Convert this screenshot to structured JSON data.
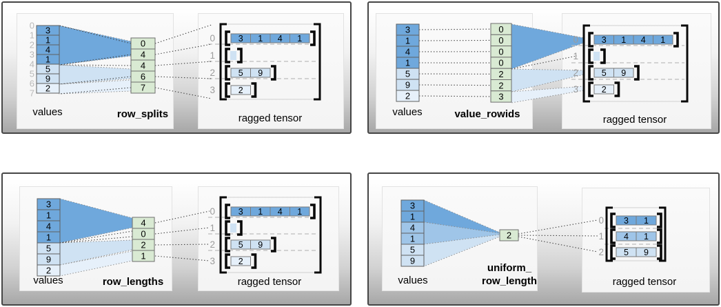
{
  "colors": {
    "dark": "#6fa8dc",
    "medium": "#9fc5e8",
    "light": "#cfe2f3",
    "pale": "#e6f0fa",
    "green": "#d9ead3",
    "cell_border": "#5f5f5f",
    "index_gray": "#9c9c9c",
    "value_index_gray": "#b9b9b9",
    "bracket_black": "#0a0a0a",
    "separator_gray": "#bdbdbd",
    "dotted_gray": "#3d3d3d"
  },
  "panels": [
    {
      "id": "row_splits",
      "values_label": "values",
      "constructor_label_lines": [
        "row_splits"
      ],
      "tensor_label": "ragged tensor",
      "values": [
        {
          "v": "3",
          "shade": "dark"
        },
        {
          "v": "1",
          "shade": "dark"
        },
        {
          "v": "4",
          "shade": "dark"
        },
        {
          "v": "1",
          "shade": "dark"
        },
        {
          "v": "5",
          "shade": "light"
        },
        {
          "v": "9",
          "shade": "light"
        },
        {
          "v": "2",
          "shade": "pale"
        }
      ],
      "value_indices": [
        "0",
        "1",
        "2",
        "3",
        "4",
        "5",
        "6",
        "7"
      ],
      "constructor_cells": [
        "0",
        "4",
        "4",
        "6",
        "7"
      ],
      "tensor_rows": [
        {
          "index": "0",
          "cells": [
            {
              "v": "3",
              "shade": "dark"
            },
            {
              "v": "1",
              "shade": "dark"
            },
            {
              "v": "4",
              "shade": "dark"
            },
            {
              "v": "1",
              "shade": "dark"
            }
          ]
        },
        {
          "index": "1",
          "cells": []
        },
        {
          "index": "2",
          "cells": [
            {
              "v": "5",
              "shade": "light"
            },
            {
              "v": "9",
              "shade": "light"
            }
          ]
        },
        {
          "index": "3",
          "cells": [
            {
              "v": "2",
              "shade": "pale"
            }
          ]
        }
      ]
    },
    {
      "id": "value_rowids",
      "values_label": "values",
      "constructor_label_lines": [
        "value_rowids"
      ],
      "tensor_label": "ragged tensor",
      "values": [
        {
          "v": "3",
          "shade": "dark"
        },
        {
          "v": "1",
          "shade": "dark"
        },
        {
          "v": "4",
          "shade": "dark"
        },
        {
          "v": "1",
          "shade": "dark"
        },
        {
          "v": "5",
          "shade": "light"
        },
        {
          "v": "9",
          "shade": "light"
        },
        {
          "v": "2",
          "shade": "pale"
        }
      ],
      "value_indices": [],
      "constructor_cells": [
        "0",
        "0",
        "0",
        "0",
        "2",
        "2",
        "3"
      ],
      "tensor_rows": [
        {
          "index": "0",
          "cells": [
            {
              "v": "3",
              "shade": "dark"
            },
            {
              "v": "1",
              "shade": "dark"
            },
            {
              "v": "4",
              "shade": "dark"
            },
            {
              "v": "1",
              "shade": "dark"
            }
          ]
        },
        {
          "index": "1",
          "cells": []
        },
        {
          "index": "2",
          "cells": [
            {
              "v": "5",
              "shade": "light"
            },
            {
              "v": "9",
              "shade": "light"
            }
          ]
        },
        {
          "index": "3",
          "cells": [
            {
              "v": "2",
              "shade": "pale"
            }
          ]
        }
      ]
    },
    {
      "id": "row_lengths",
      "values_label": "values",
      "constructor_label_lines": [
        "row_lengths"
      ],
      "tensor_label": "ragged tensor",
      "values": [
        {
          "v": "3",
          "shade": "dark"
        },
        {
          "v": "1",
          "shade": "dark"
        },
        {
          "v": "4",
          "shade": "dark"
        },
        {
          "v": "1",
          "shade": "dark"
        },
        {
          "v": "5",
          "shade": "light"
        },
        {
          "v": "9",
          "shade": "light"
        },
        {
          "v": "2",
          "shade": "pale"
        }
      ],
      "value_indices": [],
      "constructor_cells": [
        "4",
        "0",
        "2",
        "1"
      ],
      "tensor_rows": [
        {
          "index": "0",
          "cells": [
            {
              "v": "3",
              "shade": "dark"
            },
            {
              "v": "1",
              "shade": "dark"
            },
            {
              "v": "4",
              "shade": "dark"
            },
            {
              "v": "1",
              "shade": "dark"
            }
          ]
        },
        {
          "index": "1",
          "cells": []
        },
        {
          "index": "2",
          "cells": [
            {
              "v": "5",
              "shade": "light"
            },
            {
              "v": "9",
              "shade": "light"
            }
          ]
        },
        {
          "index": "3",
          "cells": [
            {
              "v": "2",
              "shade": "pale"
            }
          ]
        }
      ]
    },
    {
      "id": "uniform_row_length",
      "values_label": "values",
      "constructor_label_lines": [
        "uniform_",
        "row_length"
      ],
      "tensor_label": "ragged tensor",
      "values": [
        {
          "v": "3",
          "shade": "dark"
        },
        {
          "v": "1",
          "shade": "dark"
        },
        {
          "v": "4",
          "shade": "medium"
        },
        {
          "v": "1",
          "shade": "medium"
        },
        {
          "v": "5",
          "shade": "light"
        },
        {
          "v": "9",
          "shade": "light"
        }
      ],
      "value_indices": [],
      "constructor_cells": [
        "2"
      ],
      "tensor_rows": [
        {
          "index": "0",
          "cells": [
            {
              "v": "3",
              "shade": "dark"
            },
            {
              "v": "1",
              "shade": "dark"
            }
          ]
        },
        {
          "index": "1",
          "cells": [
            {
              "v": "4",
              "shade": "medium"
            },
            {
              "v": "1",
              "shade": "medium"
            }
          ]
        },
        {
          "index": "2",
          "cells": [
            {
              "v": "5",
              "shade": "light"
            },
            {
              "v": "9",
              "shade": "light"
            }
          ]
        }
      ]
    }
  ]
}
